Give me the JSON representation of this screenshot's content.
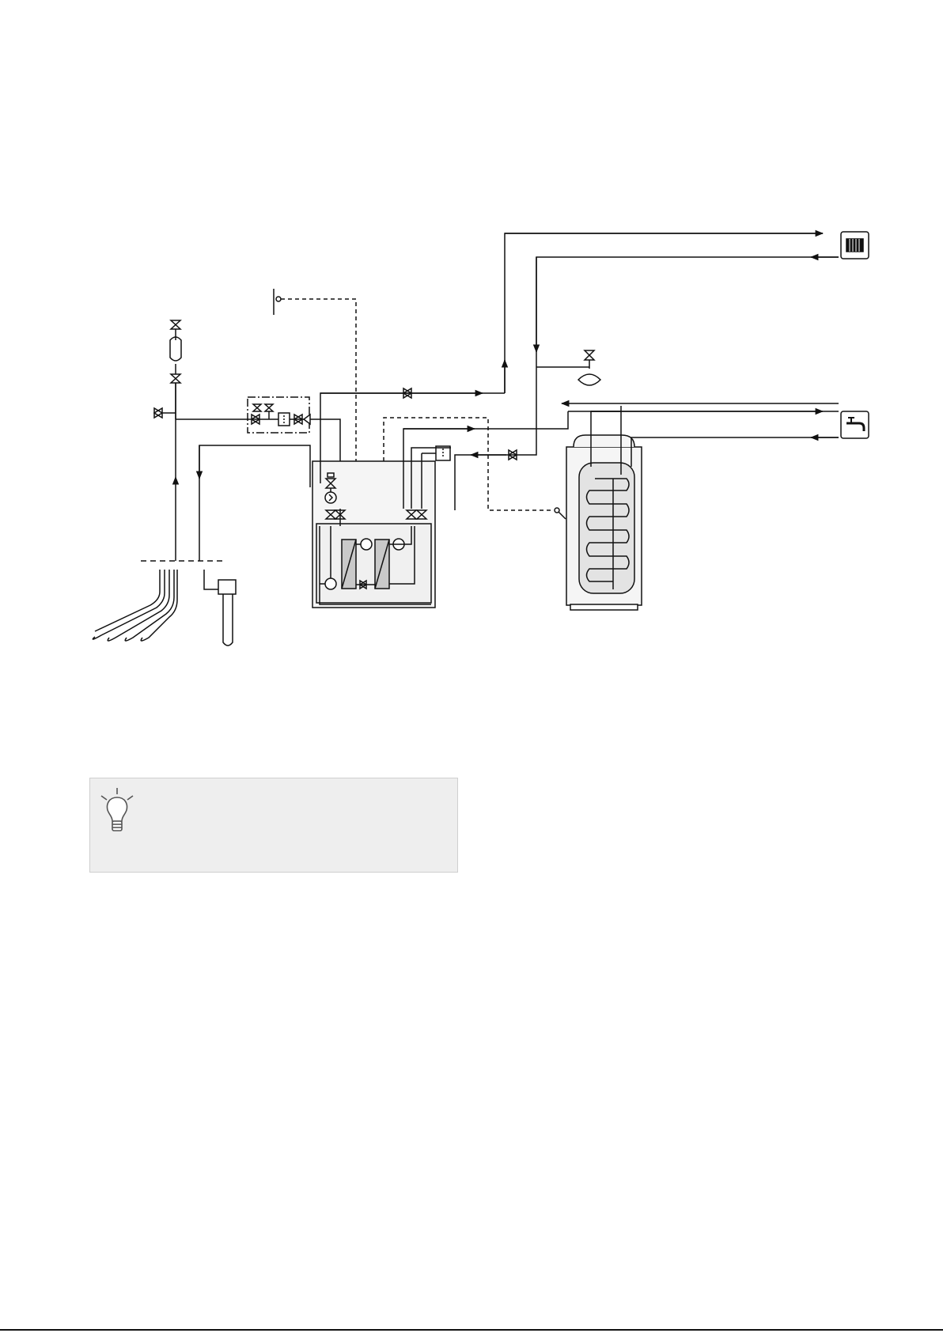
{
  "diagram": {
    "nodes": [
      {
        "id": "ground-collector",
        "icon": "ground-collector-icon"
      },
      {
        "id": "borehole-probe",
        "icon": "borehole-icon"
      },
      {
        "id": "expansion-vessel",
        "icon": "expansion-vessel-icon"
      },
      {
        "id": "filling-valve-set",
        "icon": "filling-valve-set-icon"
      },
      {
        "id": "outdoor-sensor",
        "icon": "temperature-sensor-icon"
      },
      {
        "id": "heat-pump",
        "icon": "heat-pump-icon"
      },
      {
        "id": "water-heater",
        "icon": "water-heater-icon"
      },
      {
        "id": "radiator-system",
        "icon": "radiator-icon"
      },
      {
        "id": "hot-water-tap",
        "icon": "tap-icon"
      },
      {
        "id": "membrane-expansion-vessel",
        "icon": "membrane-vessel-icon"
      }
    ],
    "colors": {
      "line": "#111111",
      "unit_fill": "#f5f5f5",
      "tank_fill": "#e3e3e3",
      "exchanger_fill": "#c9c9c9"
    }
  },
  "tip": {
    "icon": "lightbulb-icon",
    "text": ""
  }
}
